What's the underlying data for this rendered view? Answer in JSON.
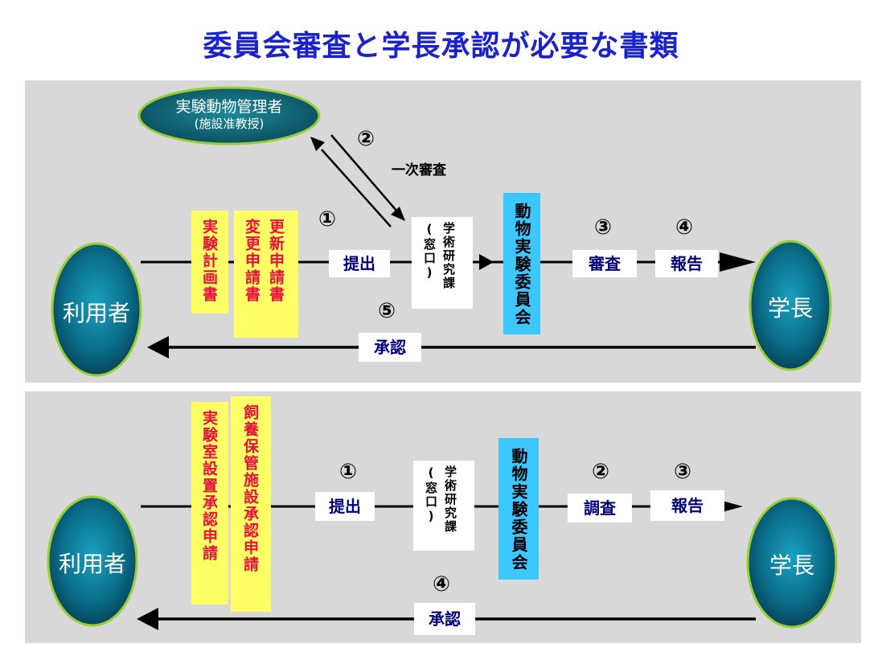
{
  "title": "委員会審査と学長承認が必要な書類",
  "colors": {
    "title": "#1a22c8",
    "doc_text": "#e8103c",
    "doc_bg": "#ffff66",
    "committee_bg": "#3cc8ff",
    "panel_bg": "#d8d8d8",
    "label_text": "#00007a"
  },
  "top": {
    "manager_line1": "実験動物管理者",
    "manager_line2": "(施設准教授)",
    "step2_num": "②",
    "first_review": "一次審査",
    "step1_num": "①",
    "step3_num": "③",
    "step4_num": "④",
    "step5_num": "⑤",
    "user": "利用者",
    "president": "学長",
    "doc1": "実験計画書",
    "doc2": "変更申請書",
    "doc3": "更新申請書",
    "submit": "提出",
    "window_note": "(窓口)",
    "office": "学術研究課",
    "committee": "動物実験委員会",
    "review": "審査",
    "report": "報告",
    "approval": "承認"
  },
  "bottom": {
    "user": "利用者",
    "president": "学長",
    "doc1": "実験室設置承認申請",
    "doc2": "飼養保管施設承認申請",
    "step1_num": "①",
    "step2_num": "②",
    "step3_num": "③",
    "step4_num": "④",
    "submit": "提出",
    "window_note": "(窓口)",
    "office": "学術研究課",
    "committee": "動物実験委員会",
    "survey": "調査",
    "report": "報告",
    "approval": "承認"
  }
}
